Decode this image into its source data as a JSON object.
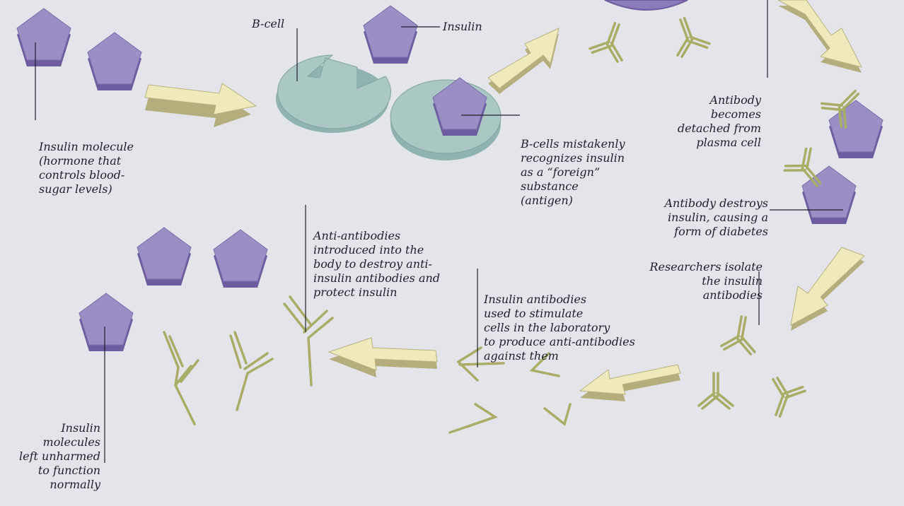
{
  "labels": {
    "bcell": "B-cell",
    "insulin": "Insulin",
    "insulin_molecule": [
      "Insulin molecule",
      "(hormone that",
      "controls blood-",
      "sugar levels)"
    ],
    "bcells_mistake": [
      "B-cells mistakenly",
      "recognizes insulin",
      "as a “foreign”",
      "substance",
      "(antigen)"
    ],
    "antibody_detached": [
      "Antibody",
      "becomes",
      "detached from",
      "plasma cell"
    ],
    "antibody_destroys": [
      "Antibody destroys",
      "insulin, causing a",
      "form of diabetes"
    ],
    "researchers": [
      "Researchers isolate",
      "the insulin",
      "antibodies"
    ],
    "anti_antibodies": [
      "Anti-antibodies",
      "introduced into the",
      "body to destroy anti-",
      "insulin antibodies and",
      "protect insulin"
    ],
    "stimulate": [
      "Insulin antibodies",
      "used to stimulate",
      "cells in the laboratory",
      "to produce anti-antibodies",
      "against them"
    ],
    "unharmed": [
      "Insulin",
      "molecules",
      "left unharmed",
      "to function",
      "normally"
    ]
  },
  "colors": {
    "background": "#e4e5ea",
    "insulin_face": "#9b8ec4",
    "insulin_side": "#6d5c9f",
    "bcell_face": "#a9c8c4",
    "arrow_face": "#efeabc",
    "antibody": "#a9ad66",
    "text": "#1f1f2b"
  }
}
